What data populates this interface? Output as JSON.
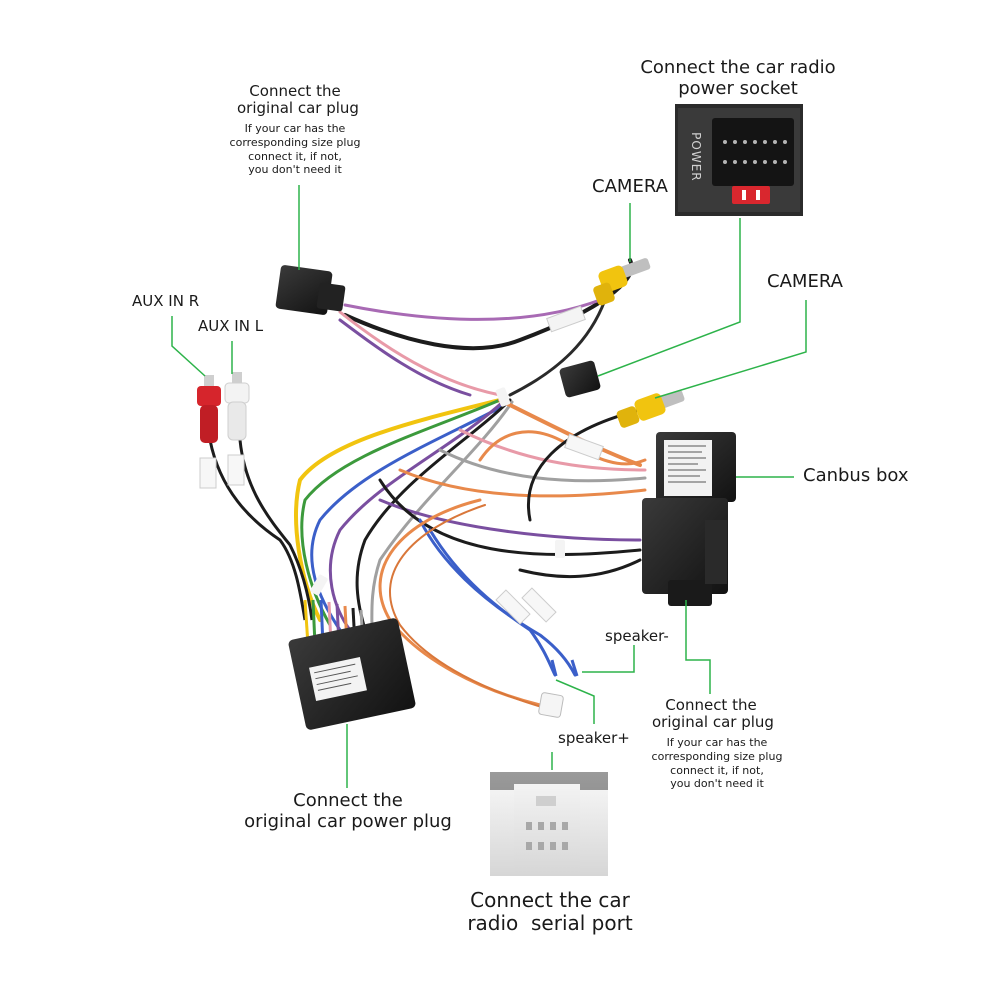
{
  "colors": {
    "leader": "#2db34a",
    "connector_black": "#1c1c1c",
    "rca_red": "#d6252c",
    "rca_white": "#efefef",
    "rca_yellow": "#f1c40f",
    "wire_orange": "#e8894b",
    "wire_blue": "#3b5fc9",
    "wire_pink": "#e89aa8",
    "wire_purple": "#7a4fa0",
    "wire_green": "#3c9a3c",
    "fuse_red": "#d9272e",
    "serial_white": "#e6e6e6"
  },
  "labels": {
    "car_plug_top": {
      "title_line1": "Connect the",
      "title_line2": "original car plug",
      "note_line1": "If your car has the",
      "note_line2": "corresponding size plug",
      "note_line3": "connect it, if not,",
      "note_line4": "you don't need it"
    },
    "radio_power": {
      "line1": "Connect the car radio",
      "line2": "power socket",
      "socket_text": "POWER"
    },
    "camera_top": "CAMERA",
    "camera_right": "CAMERA",
    "aux_r": "AUX IN R",
    "aux_l": "AUX IN L",
    "canbus": "Canbus box",
    "speaker_minus": "speaker-",
    "speaker_plus": "speaker+",
    "car_plug_right": {
      "title_line1": "Connect the",
      "title_line2": "original car plug",
      "note_line1": "If your car has the",
      "note_line2": "corresponding size plug",
      "note_line3": "connect it, if not,",
      "note_line4": "you don't need it"
    },
    "power_plug": {
      "line1": "Connect the",
      "line2": "original car power plug"
    },
    "serial_port": {
      "line1": "Connect the car",
      "line2": "radio  serial port"
    }
  }
}
